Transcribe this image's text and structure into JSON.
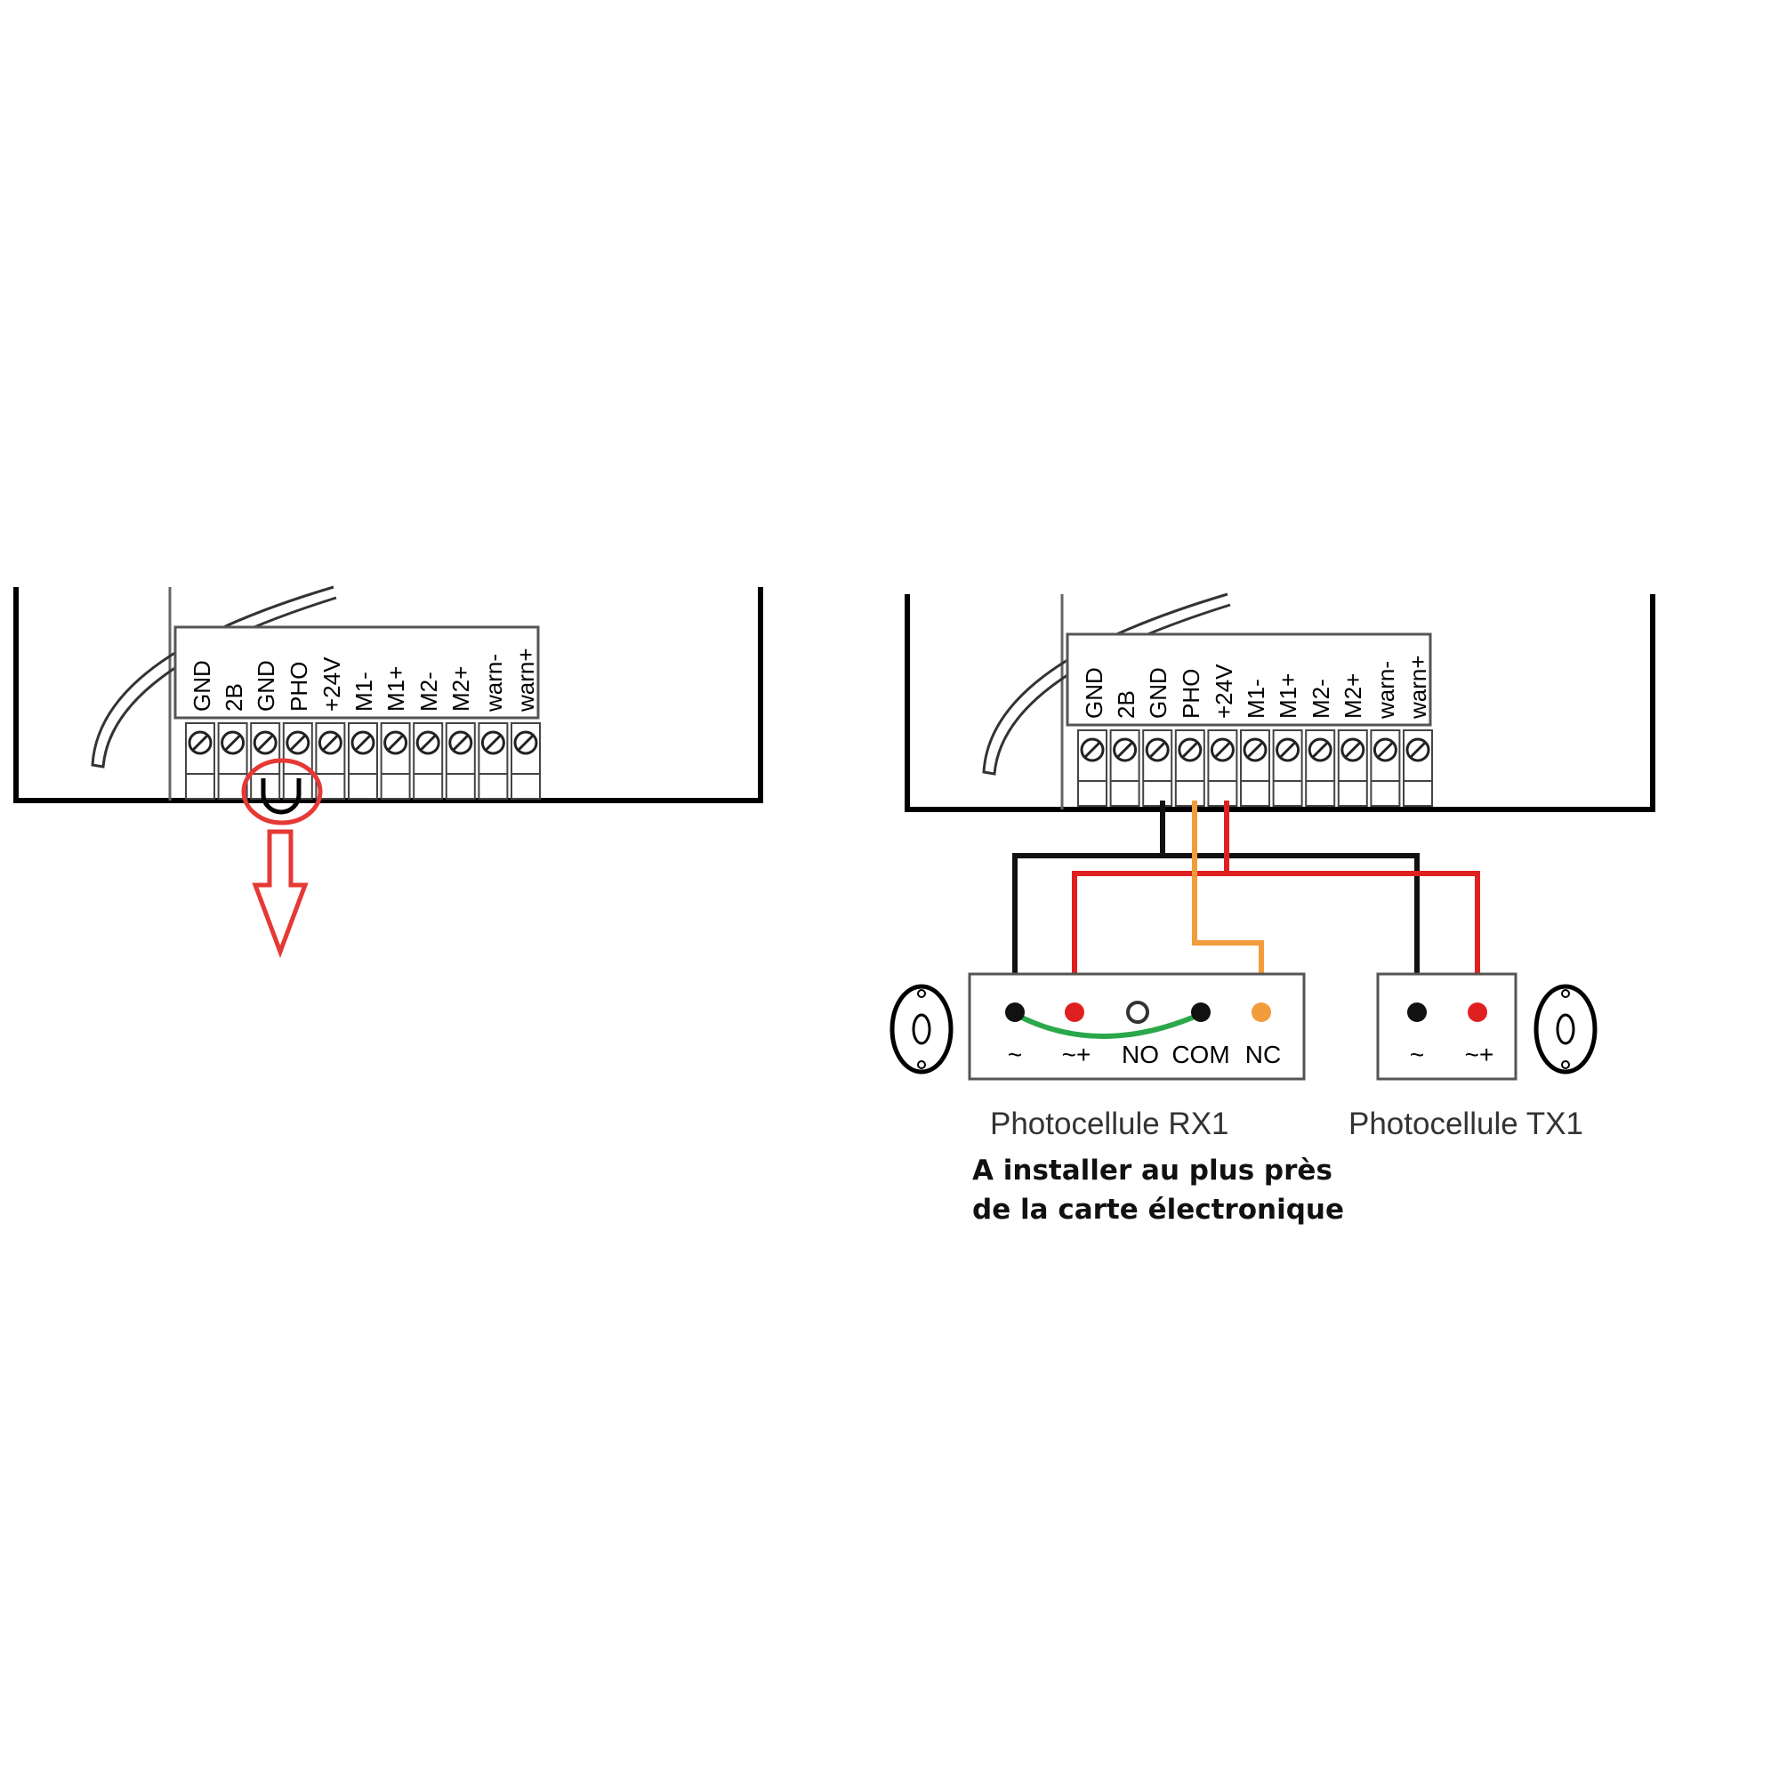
{
  "terminals": [
    "GND",
    "2B",
    "GND",
    "PHO",
    "+24V",
    "M1-",
    "M1+",
    "M2-",
    "M2+",
    "warn-",
    "warn+"
  ],
  "rx1": {
    "title": "Photocellule RX1",
    "pins": [
      "~",
      "~+",
      "NO",
      "COM",
      "NC"
    ]
  },
  "tx1": {
    "title": "Photocellule TX1",
    "pins": [
      "~",
      "~+"
    ]
  },
  "note": {
    "line1": "A installer au plus près",
    "line2": "de la carte électronique"
  },
  "colors": {
    "outline": "#000000",
    "highlight": "#e53935",
    "wire_black": "#111111",
    "wire_red": "#e02020",
    "wire_orange": "#f39c3c",
    "wire_green": "#2aa84a"
  },
  "icons": {
    "highlight": "red-circle-icon",
    "direction": "down-arrow-icon",
    "mount": "oval-lens-icon"
  }
}
